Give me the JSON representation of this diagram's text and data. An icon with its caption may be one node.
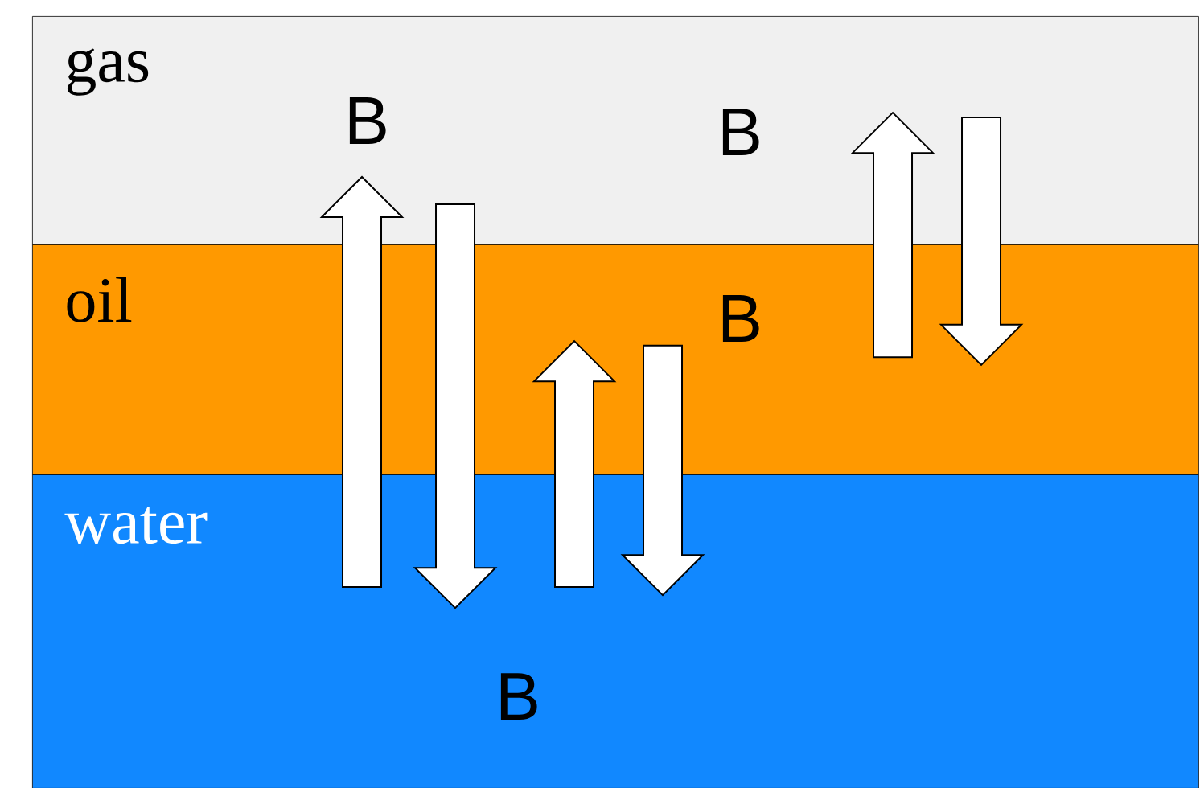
{
  "diagram": {
    "nodes": [
      {
        "text": [
          "gas"
        ]
      },
      {
        "text": [
          "oil"
        ]
      },
      {
        "text": [
          "water"
        ]
      }
    ],
    "edges": [
      {
        "from": 2,
        "to": 0,
        "arrow": "to"
      },
      {
        "from": 0,
        "to": 2,
        "arrow": "to"
      },
      {
        "from": 2,
        "to": 1,
        "arrow": "to"
      },
      {
        "from": 1,
        "to": 2,
        "arrow": "to"
      },
      {
        "from": 1,
        "to": 0,
        "arrow": "to"
      },
      {
        "from": 0,
        "to": 1,
        "arrow": "to"
      }
    ],
    "labels": [
      "B",
      "B",
      "B",
      "B"
    ]
  }
}
